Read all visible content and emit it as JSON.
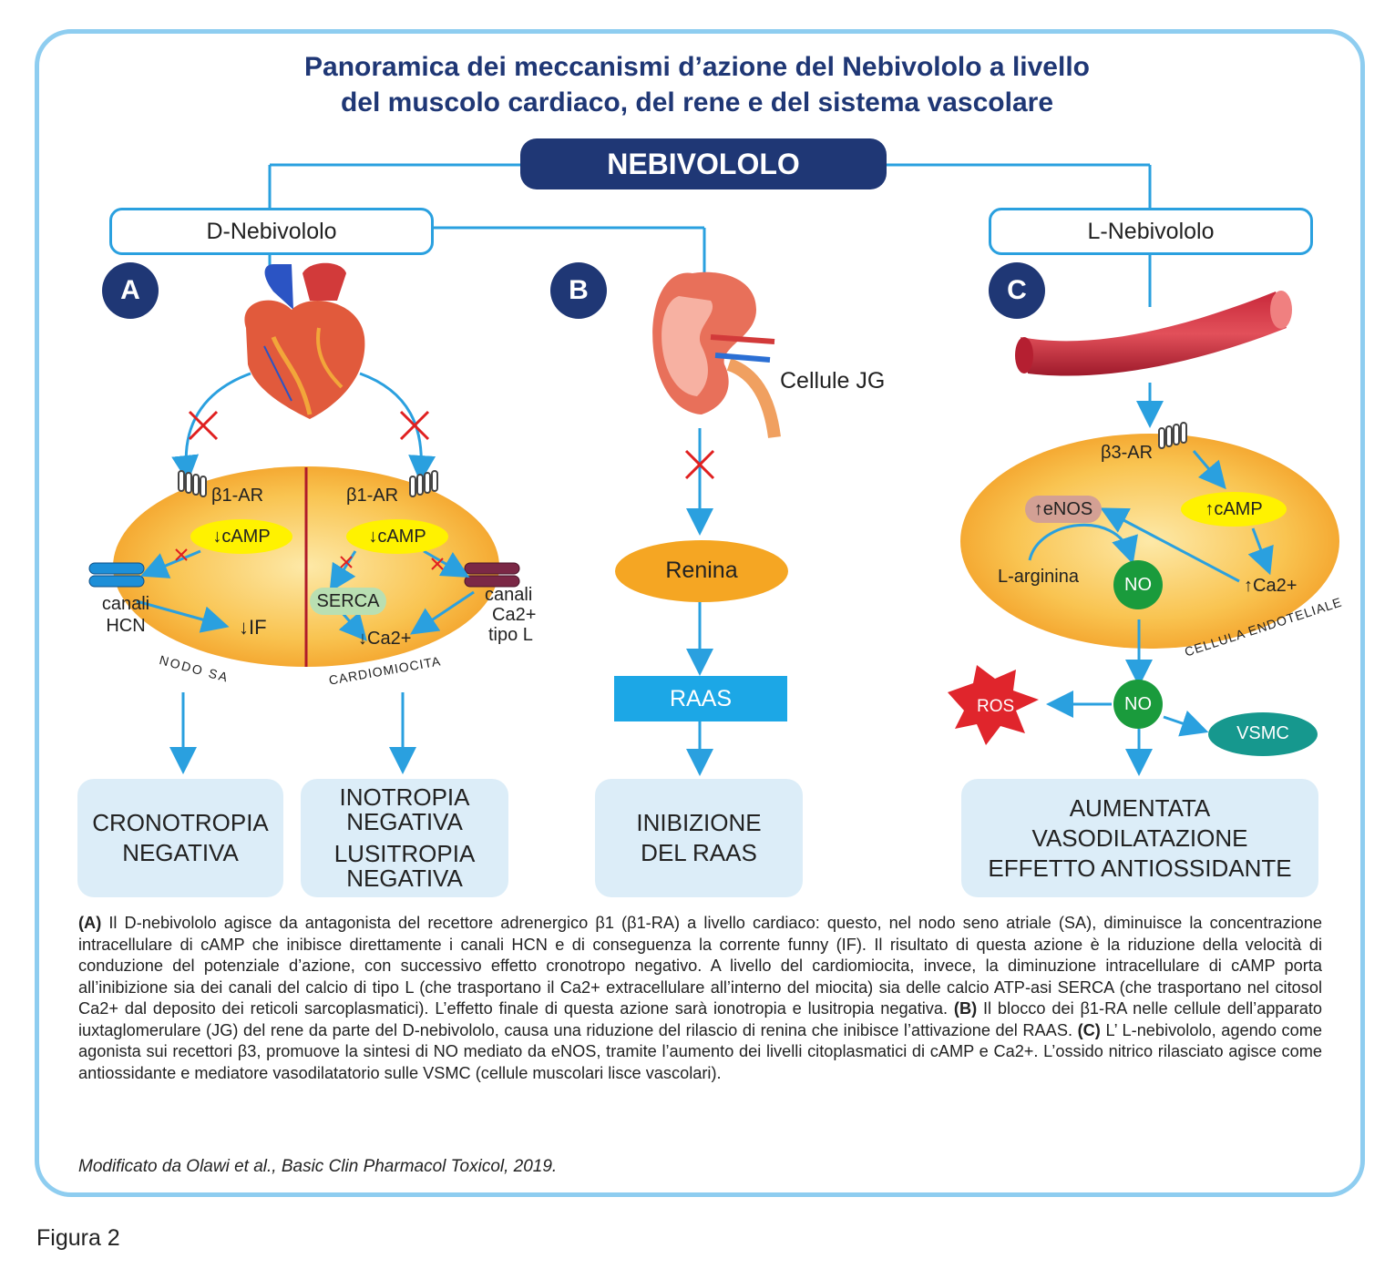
{
  "title": {
    "line1": "Panoramica dei meccanismi d’azione del Nebivololo a livello",
    "line2": "del muscolo cardiaco, del rene e del sistema vascolare"
  },
  "root": "NEBIVOLOLO",
  "isomers": {
    "d": "D-Nebivololo",
    "l": "L-Nebivololo"
  },
  "badges": {
    "a": "A",
    "b": "B",
    "c": "C"
  },
  "panel_a": {
    "beta1_left": "β1-AR",
    "beta1_right": "β1-AR",
    "camp_left": "↓cAMP",
    "camp_right": "↓cAMP",
    "hcn": "canali HCN",
    "if": "↓IF",
    "serca": "SERCA",
    "ca_down": "↓Ca2+",
    "ltype_1": "canali",
    "ltype_2": "Ca2+",
    "ltype_3": "tipo L",
    "nodo": "NODO SA",
    "cardio": "CARDIOMIOCITA",
    "result1_l1": "CRONOTROPIA",
    "result1_l2": "NEGATIVA",
    "result2_l1": "INOTROPIA",
    "result2_l2": "NEGATIVA",
    "result2_l3": "LUSITROPIA",
    "result2_l4": "NEGATIVA"
  },
  "panel_b": {
    "jg": "Cellule JG",
    "renina": "Renina",
    "raas": "RAAS",
    "result_l1": "INIBIZIONE",
    "result_l2": "DEL RAAS"
  },
  "panel_c": {
    "beta3": "β3-AR",
    "enos": "↑eNOS",
    "camp": "↑cAMP",
    "larg": "L-arginina",
    "no1": "NO",
    "ca_up": "↑Ca2+",
    "endo": "CELLULA ENDOTELIALE",
    "ros": "ROS",
    "no2": "NO",
    "vsmc": "VSMC",
    "result_l1": "AUMENTATA",
    "result_l2": "VASODILATAZIONE",
    "result_l3": "EFFETTO ANTIOSSIDANTE"
  },
  "caption": {
    "a_tag": "(A)",
    "a_text": " Il D-nebivololo agisce da antagonista del recettore adrenergico β1 (β1-RA) a livello cardiaco: questo, nel nodo seno atriale (SA), diminuisce la concentrazione intracellulare di cAMP che inibisce direttamente i canali HCN e di conseguenza la corrente funny (IF). Il risultato di questa azione è la riduzione della velocità di conduzione del potenziale d’azione, con successivo effetto cronotropo negativo. A livello del cardiomiocita, invece, la diminuzione intracellulare di cAMP porta all’inibizione sia dei canali del calcio di tipo L (che trasportano il Ca2+ extracellulare all’interno del miocita) sia delle calcio ATP-asi SERCA (che trasportano nel citosol Ca2+ dal deposito dei reticoli sarcoplasmatici). L’effetto finale di questa azione sarà ionotropia e lusitropia negativa.",
    "b_tag": "(B)",
    "b_text": " Il blocco dei β1-RA nelle cellule dell’apparato iuxtaglomerulare (JG) del rene da parte del D-nebivololo, causa una riduzione del rilascio di renina che inibisce l’attivazione del RAAS.",
    "c_tag": "(C)",
    "c_text": " L’ L-nebivololo, agendo come agonista sui recettori β3, promuove la sintesi di NO mediato da eNOS, tramite l’aumento dei livelli citoplasmatici di cAMP e Ca2+. L’ossido nitrico rilasciato agisce come antiossidante e mediatore vasodilatatorio sulle VSMC (cellule muscolari lisce vascolari)."
  },
  "source": "Modificato da Olawi et al., Basic Clin Pharmacol Toxicol, 2019.",
  "figure_label": "Figura 2",
  "colors": {
    "navy": "#1f3775",
    "line": "#2aa0df",
    "result_bg": "#dcedf8",
    "cell": "#f5a623",
    "cross": "#e02020"
  }
}
